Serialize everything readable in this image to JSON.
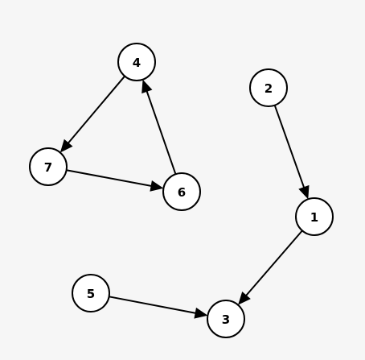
{
  "graph": {
    "nodes": [
      {
        "id": "4",
        "label": "4"
      },
      {
        "id": "2",
        "label": "2"
      },
      {
        "id": "7",
        "label": "7"
      },
      {
        "id": "6",
        "label": "6"
      },
      {
        "id": "1",
        "label": "1"
      },
      {
        "id": "5",
        "label": "5"
      },
      {
        "id": "3",
        "label": "3"
      }
    ],
    "edges": [
      {
        "from": "4",
        "to": "7"
      },
      {
        "from": "7",
        "to": "6"
      },
      {
        "from": "6",
        "to": "4"
      },
      {
        "from": "2",
        "to": "1"
      },
      {
        "from": "1",
        "to": "3"
      },
      {
        "from": "5",
        "to": "3"
      }
    ],
    "colors": {
      "background": "#f6f6f6",
      "node_fill": "#ffffff",
      "stroke": "#000000",
      "text": "#000000"
    }
  }
}
